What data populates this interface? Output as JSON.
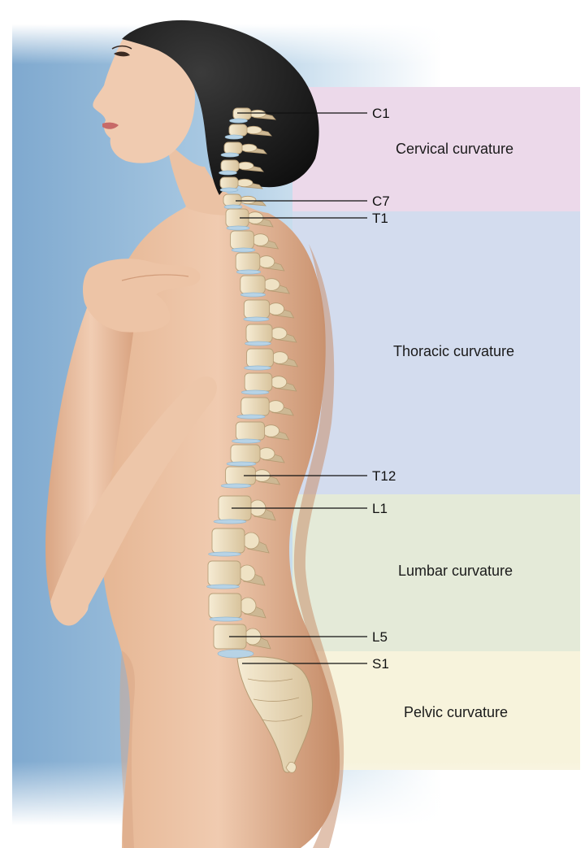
{
  "regions": [
    {
      "key": "cervical",
      "label": "Cervical curvature",
      "color": "#ecd9ea"
    },
    {
      "key": "thoracic",
      "label": "Thoracic curvature",
      "color": "#d3dcee"
    },
    {
      "key": "lumbar",
      "label": "Lumbar curvature",
      "color": "#e4ead8"
    },
    {
      "key": "pelvic",
      "label": "Pelvic curvature",
      "color": "#f7f3dc"
    }
  ],
  "vertebra_labels": [
    "C1",
    "C7",
    "T1",
    "T12",
    "L1",
    "L5",
    "S1"
  ],
  "colors": {
    "background_left": "#8fb6d6",
    "skin": "#e8bfa0",
    "skin_shadow": "#c98f6d",
    "hair": "#1c1c1c",
    "bone": "#efe2c4",
    "bone_shadow": "#cdb894",
    "disc": "#b7d3e6",
    "leader_line": "#111111"
  }
}
